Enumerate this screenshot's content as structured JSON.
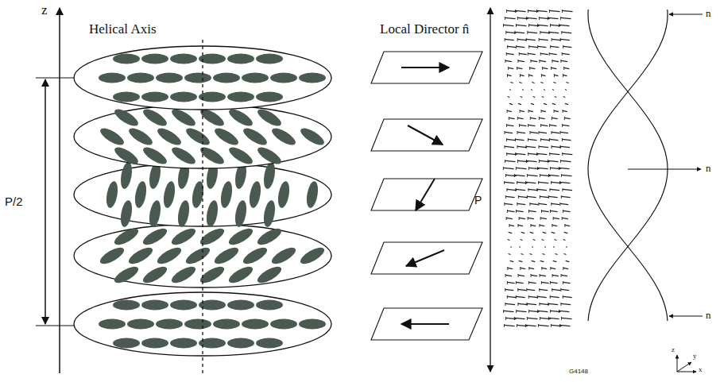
{
  "diagram": {
    "labels": [
      "z",
      "Helical Axis",
      "P/2",
      "Local Director n̂",
      "P",
      "n",
      "n",
      "n",
      "G4148",
      "z",
      "y",
      "x"
    ]
  }
}
